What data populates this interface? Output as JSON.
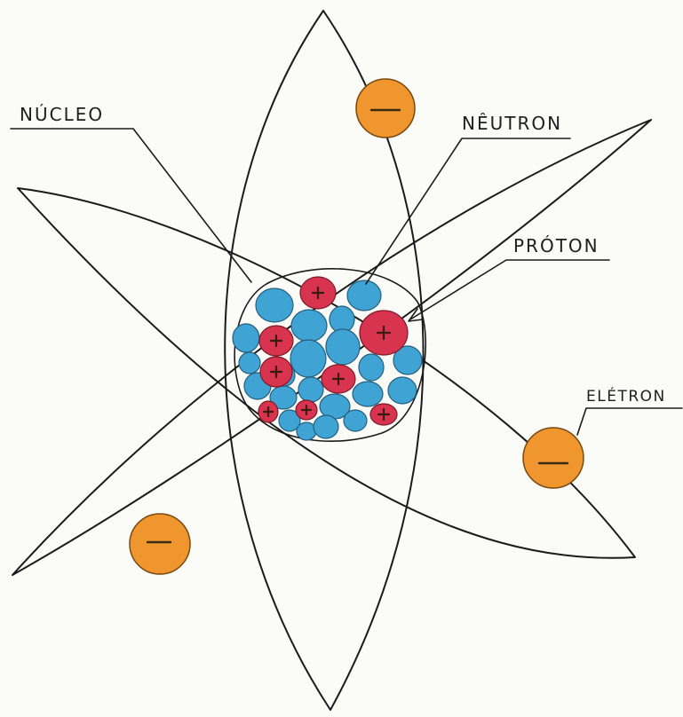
{
  "labels": {
    "nucleus": "NÚCLEO",
    "neutron": "NÊUTRON",
    "proton": "PRÓTON",
    "electron": "ELÉTRON"
  },
  "colors": {
    "paper": "#fbfbf8",
    "ink": "#1b1b1b",
    "proton": "#d8344f",
    "neutron": "#3fa3d3",
    "electron": "#f0962f"
  },
  "electron_sign": "−",
  "proton_sign": "+"
}
